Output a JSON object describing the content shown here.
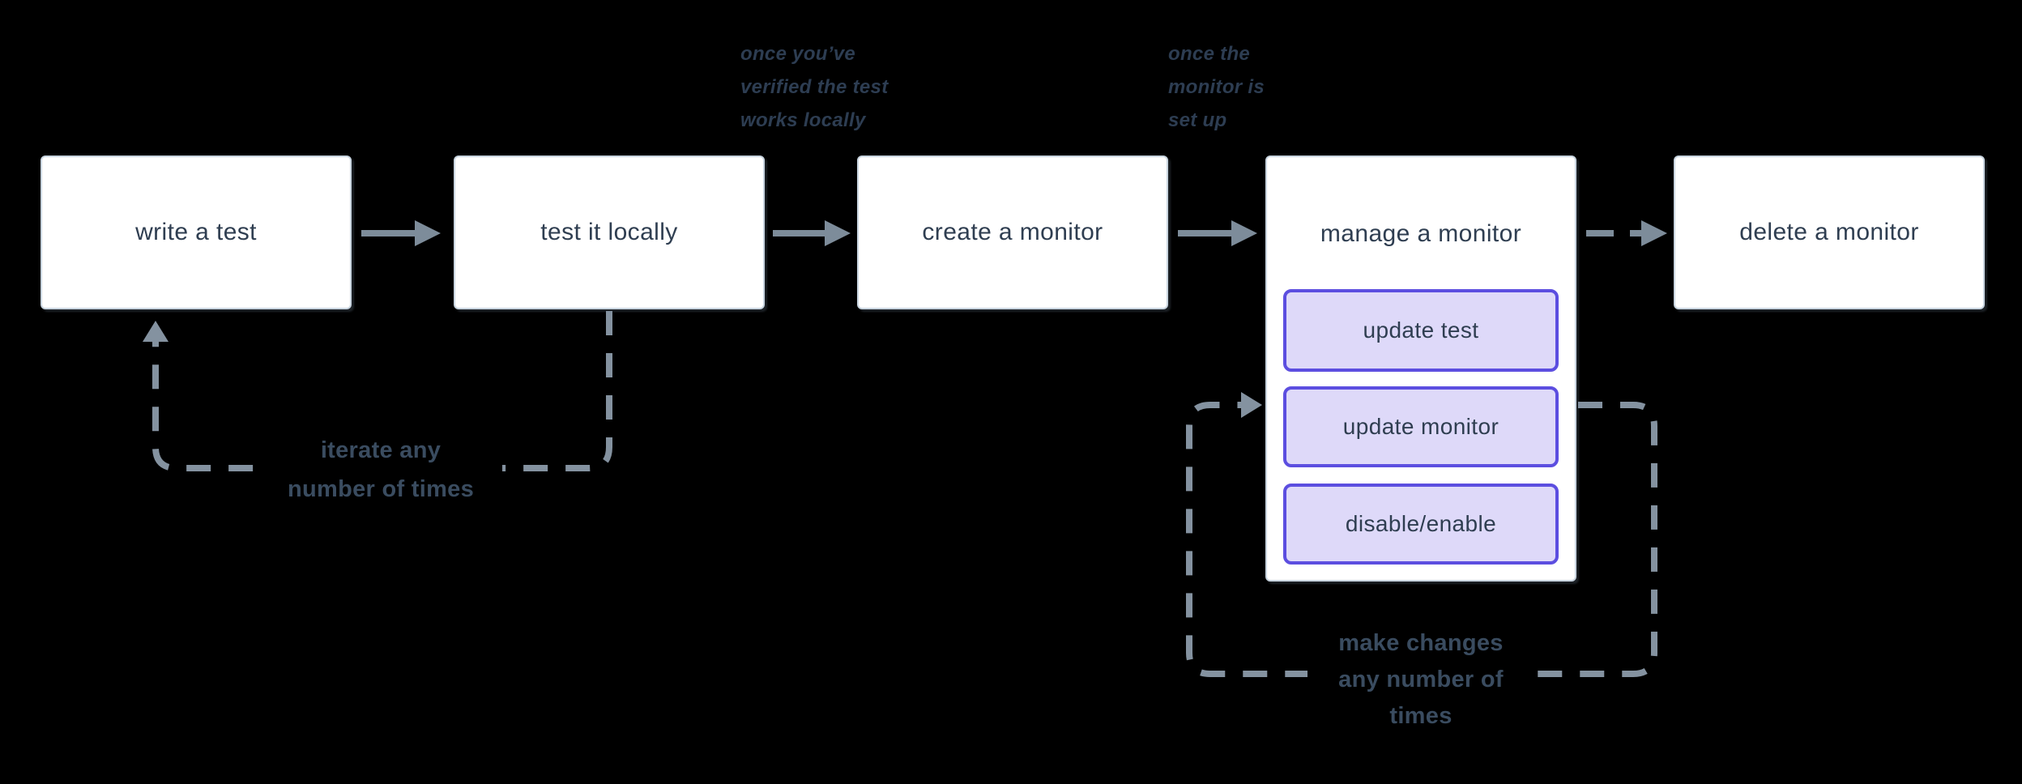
{
  "diagram": {
    "nodes": [
      {
        "id": "write-a-test",
        "label": "write a test"
      },
      {
        "id": "test-it-locally",
        "label": "test it locally"
      },
      {
        "id": "create-a-monitor",
        "label": "create a monitor"
      },
      {
        "id": "manage-a-monitor",
        "label": "manage a monitor",
        "children": [
          {
            "id": "update-test",
            "label": "update test"
          },
          {
            "id": "update-monitor",
            "label": "update monitor"
          },
          {
            "id": "disable-enable",
            "label": "disable/enable"
          }
        ]
      },
      {
        "id": "delete-a-monitor",
        "label": "delete a monitor"
      }
    ],
    "annotations": [
      {
        "id": "once-verified",
        "lines": [
          "once you’ve",
          "verified the test",
          "works locally"
        ]
      },
      {
        "id": "once-set-up",
        "lines": [
          "once the",
          "monitor is",
          "set up"
        ]
      }
    ],
    "loop_labels": [
      {
        "id": "iterate-loop",
        "lines": [
          "iterate any",
          "number of times"
        ]
      },
      {
        "id": "changes-loop",
        "lines": [
          "make changes",
          "any number of",
          "times"
        ]
      }
    ],
    "colors": {
      "background": "#000000",
      "node_fill": "#ffffff",
      "node_border": "#c9d5e0",
      "node_text": "#2f3e51",
      "subnode_fill": "#ded9f9",
      "subnode_border": "#5c4ee0",
      "arrow": "#7d8c9a",
      "loop_dash": "#8492a0",
      "loop_text": "#3a4c60",
      "annotation_text": "#2d3d52"
    }
  }
}
